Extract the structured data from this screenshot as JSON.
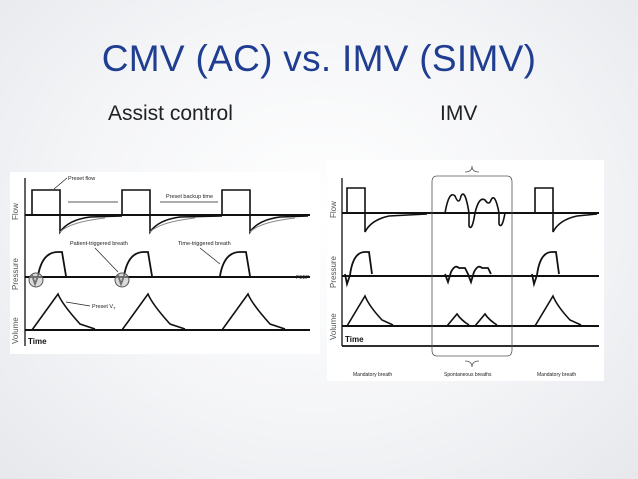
{
  "slide": {
    "title": "CMV (AC) vs. IMV (SIMV)",
    "left_heading": "Assist control",
    "right_heading": "IMV"
  },
  "left_figure": {
    "axis_flow": "Flow",
    "axis_pressure": "Pressure",
    "axis_volume": "Volume",
    "axis_time": "Time",
    "label_preset_flow": "Preset flow",
    "label_backup_time": "Preset backup time",
    "label_patient_triggered": "Patient-triggered breath",
    "label_time_triggered": "Time-triggered breath",
    "label_peep": "PEEP",
    "label_preset_vt": "Preset V",
    "label_preset_vt_sub": "T"
  },
  "right_figure": {
    "axis_flow": "Flow",
    "axis_pressure": "Pressure",
    "axis_volume": "Volume",
    "axis_time": "Time",
    "label_mandatory_left": "Mandatory breath",
    "label_spontaneous": "Spontaneous breaths",
    "label_mandatory_right": "Mandatory breath"
  }
}
